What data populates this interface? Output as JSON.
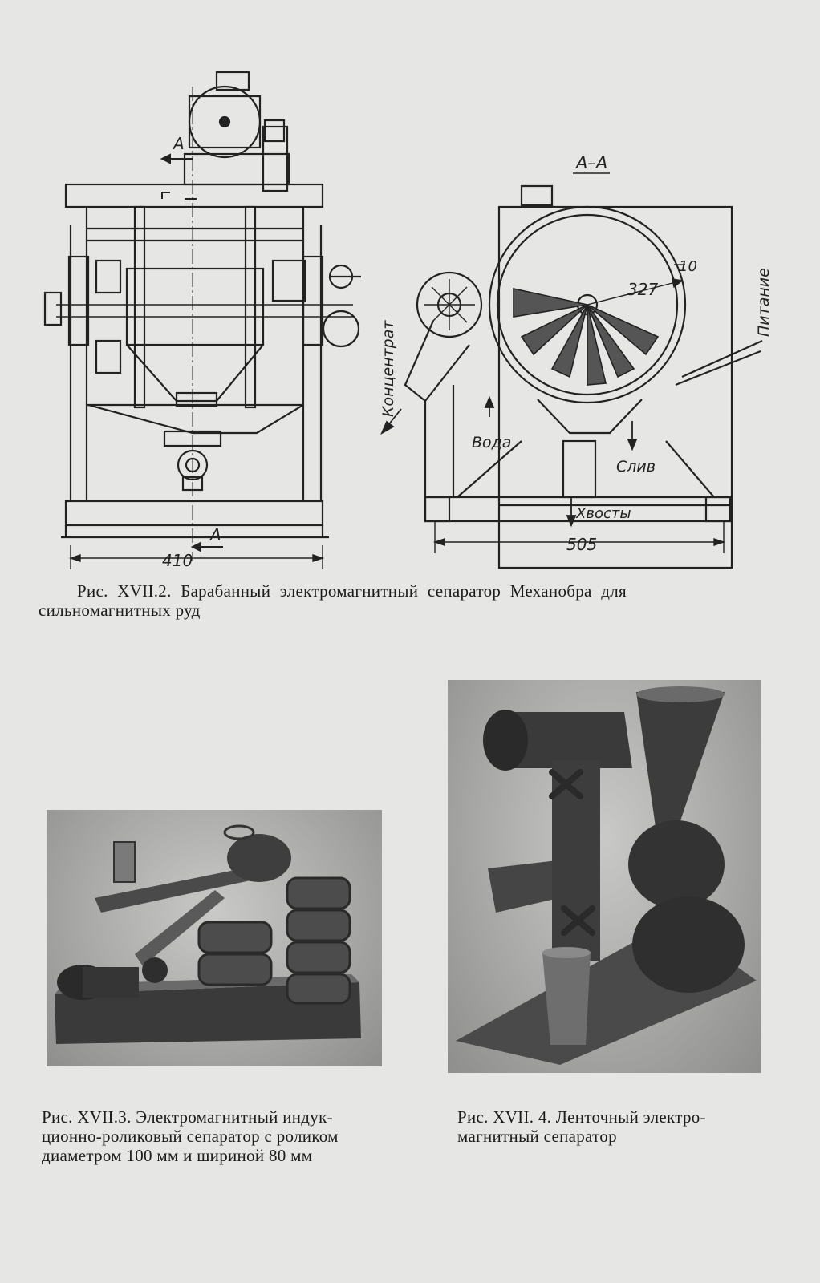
{
  "figure_2": {
    "caption_line1": "Рис. XVII.2. Барабанный электромагнитный сепаратор Механобра для",
    "caption_line2": "сильномагнитных руд",
    "left_view": {
      "section_mark_top": "А",
      "section_mark_bottom": "А",
      "dimension": "410"
    },
    "right_view": {
      "section_title": "А–А",
      "dimension_width": "505",
      "dimension_radius": "327",
      "dimension_gap": "10",
      "label_feed": "Питание",
      "label_concentrate": "Концентрат",
      "label_water": "Вода",
      "label_overflow": "Слив",
      "label_tails": "Хвосты"
    }
  },
  "figure_3": {
    "caption_line1": "Рис. XVII.3. Электромагнитный индук-",
    "caption_line2": "ционно-роликовый сепаратор с роликом",
    "caption_line3": "диаметром 100 мм и шириной 80 мм"
  },
  "figure_4": {
    "caption_line1": "Рис. XVII. 4. Ленточный электро-",
    "caption_line2": "магнитный сепаратор"
  }
}
